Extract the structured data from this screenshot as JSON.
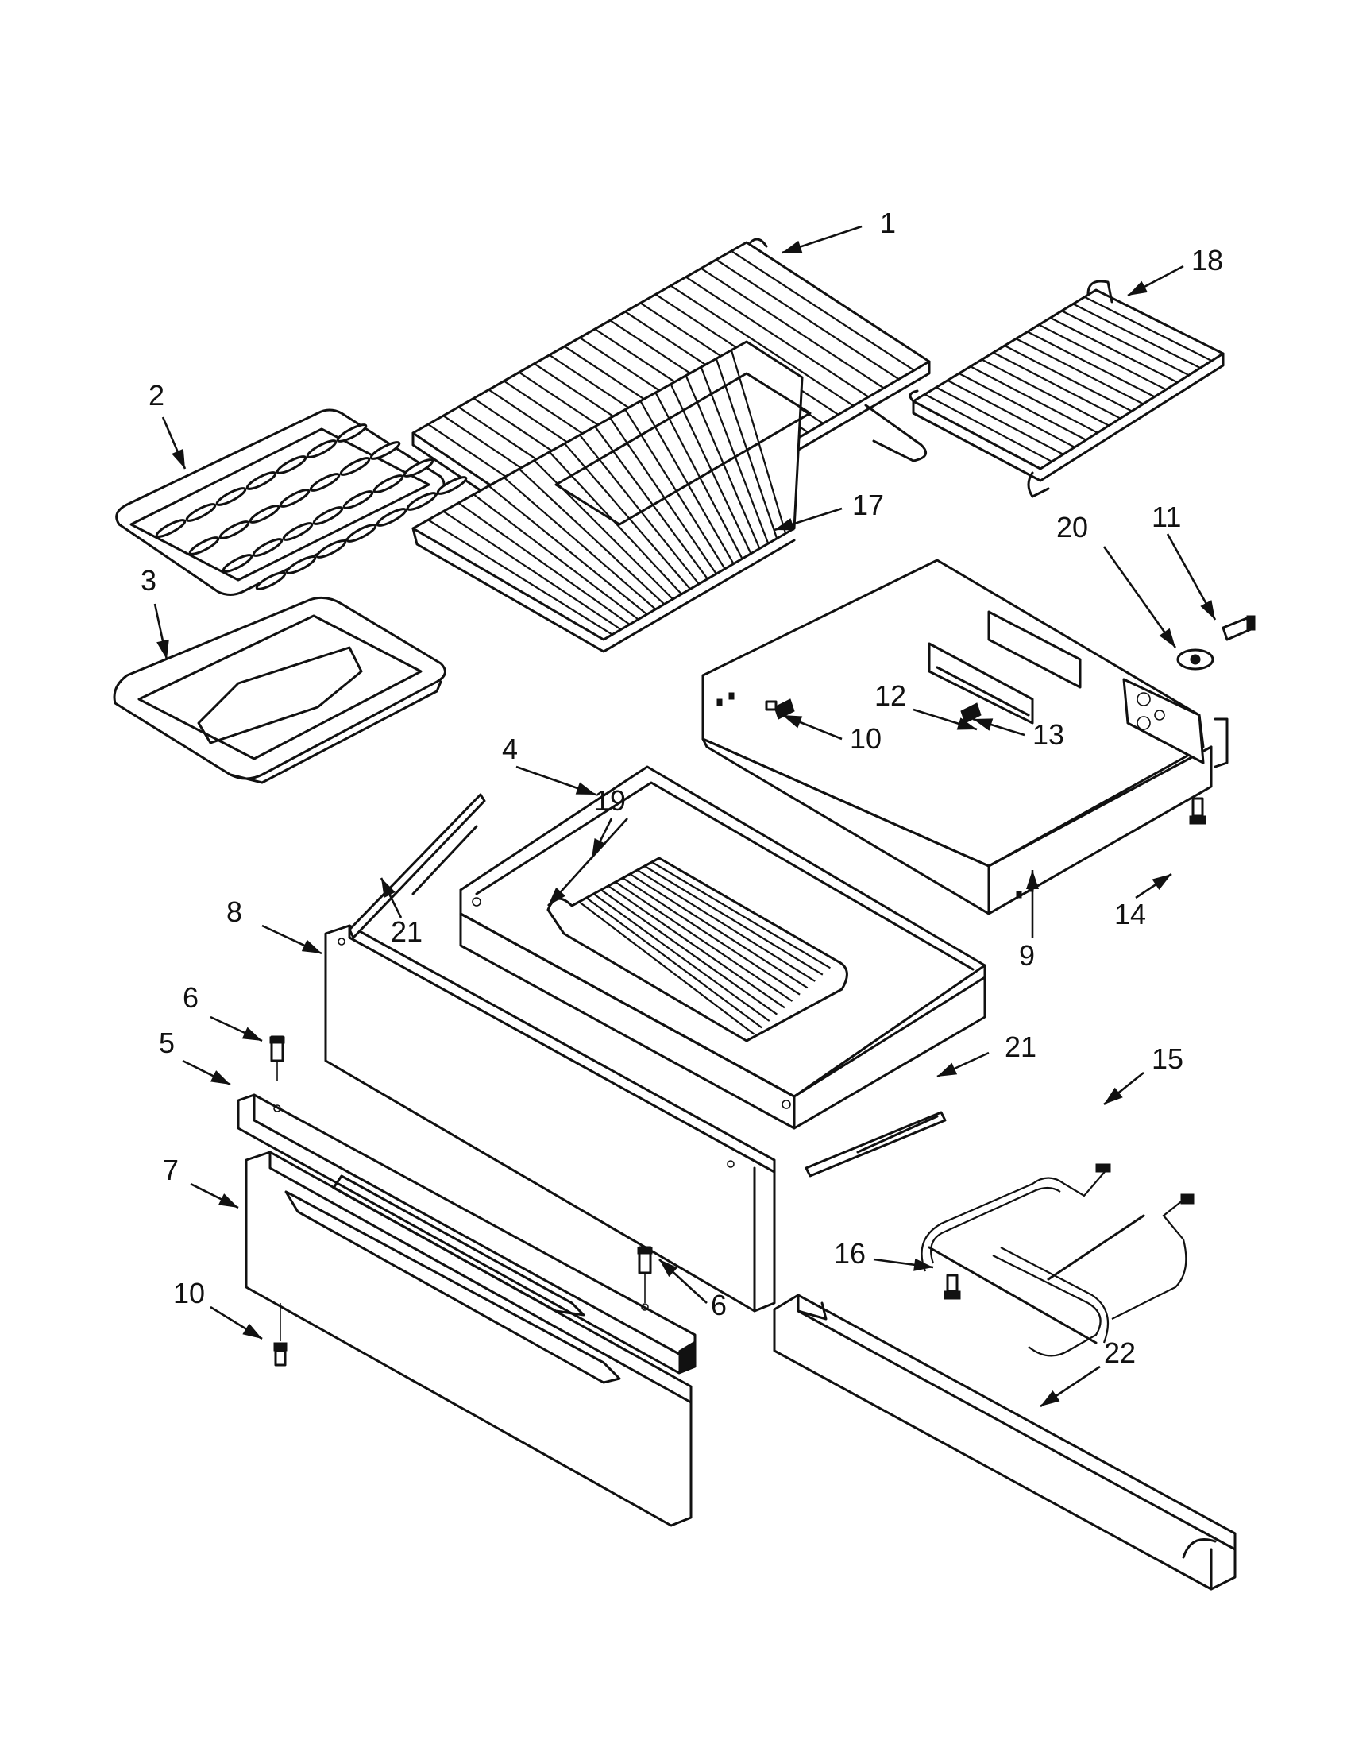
{
  "diagram": {
    "callouts": [
      {
        "id": "c1",
        "label": "1"
      },
      {
        "id": "c18",
        "label": "18"
      },
      {
        "id": "c2",
        "label": "2"
      },
      {
        "id": "c17",
        "label": "17"
      },
      {
        "id": "c3",
        "label": "3"
      },
      {
        "id": "c20",
        "label": "20"
      },
      {
        "id": "c11",
        "label": "11"
      },
      {
        "id": "c12",
        "label": "12"
      },
      {
        "id": "c4",
        "label": "4"
      },
      {
        "id": "c10a",
        "label": "10"
      },
      {
        "id": "c13",
        "label": "13"
      },
      {
        "id": "c19",
        "label": "19"
      },
      {
        "id": "c8",
        "label": "8"
      },
      {
        "id": "c21a",
        "label": "21"
      },
      {
        "id": "c14",
        "label": "14"
      },
      {
        "id": "c9",
        "label": "9"
      },
      {
        "id": "c6a",
        "label": "6"
      },
      {
        "id": "c5",
        "label": "5"
      },
      {
        "id": "c21b",
        "label": "21"
      },
      {
        "id": "c15",
        "label": "15"
      },
      {
        "id": "c7",
        "label": "7"
      },
      {
        "id": "c16",
        "label": "16"
      },
      {
        "id": "c6b",
        "label": "6"
      },
      {
        "id": "c10b",
        "label": "10"
      },
      {
        "id": "c22",
        "label": "22"
      }
    ]
  }
}
